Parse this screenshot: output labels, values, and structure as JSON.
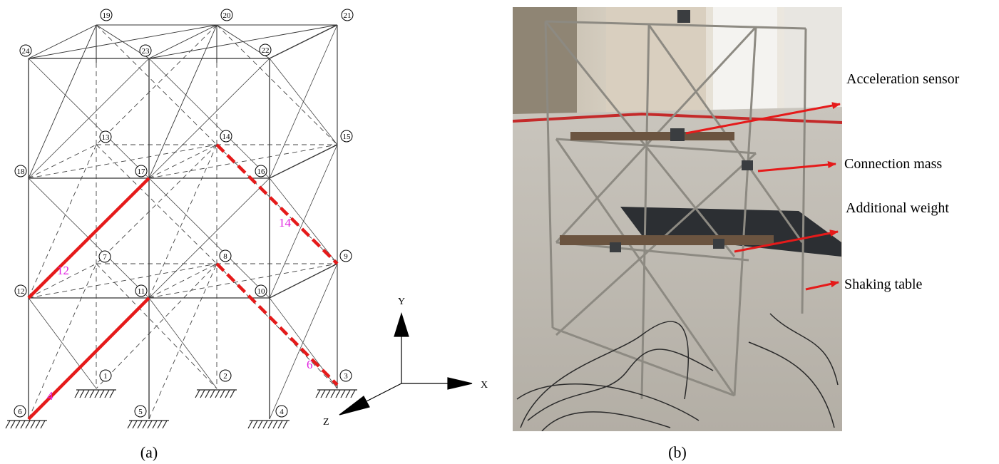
{
  "panel_a": {
    "caption": "(a)",
    "node_labels": [
      "1",
      "2",
      "3",
      "4",
      "5",
      "6",
      "7",
      "8",
      "9",
      "10",
      "11",
      "12",
      "13",
      "14",
      "15",
      "16",
      "17",
      "18",
      "19",
      "20",
      "21",
      "22",
      "23",
      "24"
    ],
    "member_labels": [
      "4",
      "6",
      "12",
      "14"
    ],
    "axes": {
      "x": "X",
      "y": "Y",
      "z": "Z"
    },
    "highlight_color": "#e51a1a",
    "member_label_color": "#e020e0"
  },
  "panel_b": {
    "caption": "(b)",
    "annotations": [
      "Acceleration sensor",
      "Connection mass",
      "Additional weight",
      "Shaking table"
    ],
    "arrow_color": "#e51a1a"
  }
}
